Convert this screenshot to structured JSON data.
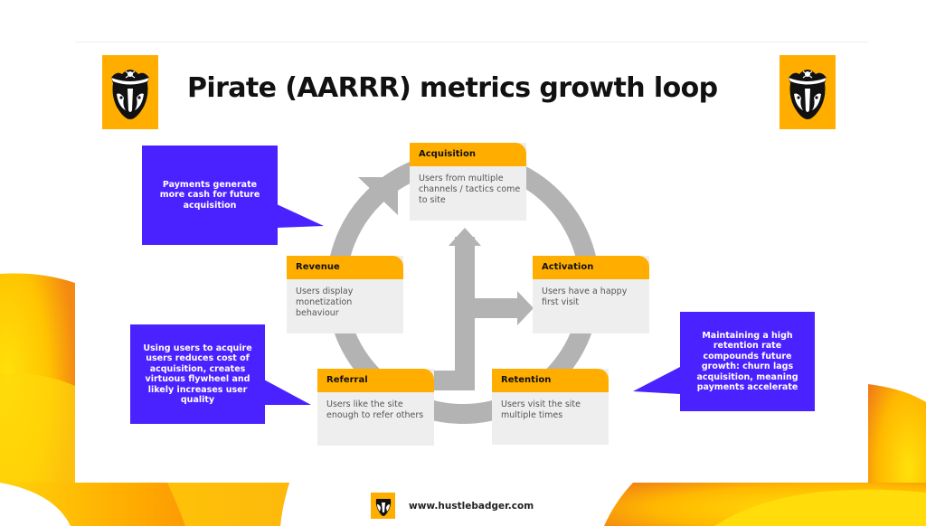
{
  "header": {
    "title": "Pirate (AARRR) metrics growth loop",
    "logo_left": "pirate-badger-logo",
    "logo_right": "pirate-badger-logo"
  },
  "stages": [
    {
      "id": "acquisition",
      "title": "Acquisition",
      "text": "Users from multiple channels / tactics come to site"
    },
    {
      "id": "activation",
      "title": "Activation",
      "text": "Users have a happy first visit"
    },
    {
      "id": "retention",
      "title": "Retention",
      "text": "Users visit the site multiple times"
    },
    {
      "id": "referral",
      "title": "Referral",
      "text": "Users like the site enough to refer others"
    },
    {
      "id": "revenue",
      "title": "Revenue",
      "text": "Users display monetization behaviour"
    }
  ],
  "callouts": {
    "revenue": "Payments generate more cash for future acquisition",
    "referral": "Using users to acquire users reduces cost of acquisition, creates virtuous flywheel and likely increases user quality",
    "retention": "Maintaining a high retention rate compounds future growth: churn lags acquisition, meaning payments accelerate"
  },
  "footer": {
    "url": "www.hustlebadger.com",
    "logo": "badger-logo"
  },
  "colors": {
    "accent_orange": "#ffae00",
    "callout_purple": "#4a22ff",
    "stage_body_gray": "#eeeeee",
    "loop_arrow_gray": "#b3b3b3"
  }
}
